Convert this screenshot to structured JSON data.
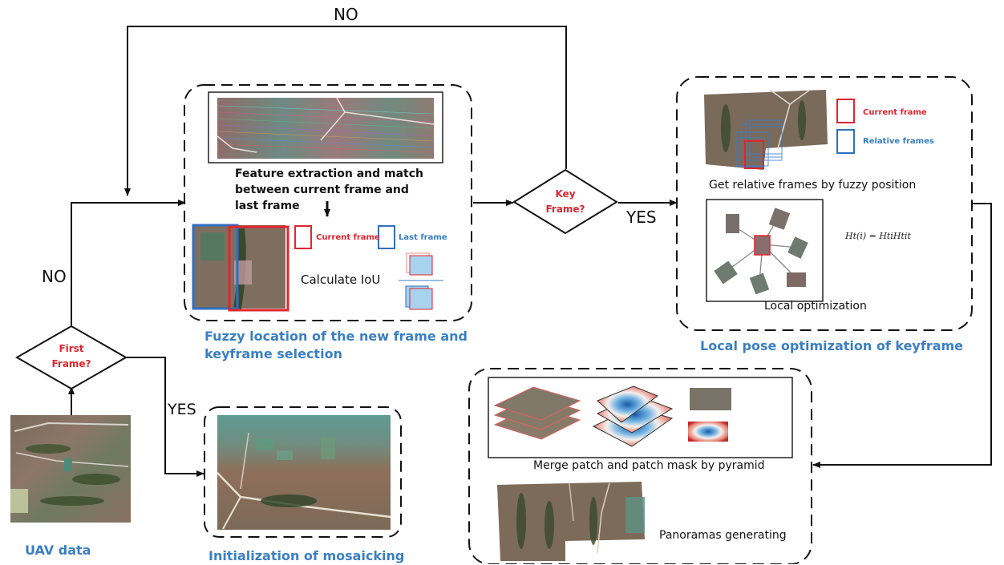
{
  "diagram": {
    "title": "UAV image mosaicking workflow",
    "decisions": {
      "first_frame": [
        "First",
        "Frame?"
      ],
      "key_frame": [
        "Key",
        "Frame?"
      ]
    },
    "branch_labels": {
      "top_no": "NO",
      "left_no": "NO",
      "first_yes": "YES",
      "key_yes": "YES"
    },
    "nodes": {
      "uav_data": {
        "caption": "UAV data"
      },
      "initialization": {
        "caption": "Initialization of mosaicking"
      },
      "fuzzy_location": {
        "caption_line1": "Fuzzy location of the new frame and",
        "caption_line2": "keyframe selection",
        "step_text": [
          "Feature extraction and match",
          "between current frame and",
          "last frame"
        ],
        "legend_current": "Current frame",
        "legend_last": "Last frame",
        "iou_label": "Calculate IoU"
      },
      "local_pose": {
        "caption": "Local pose optimization of keyframe",
        "legend_current": "Current frame",
        "legend_relative": "Relative frames",
        "relative_text": "Get relative frames by fuzzy position",
        "formula": "H_t(i) = H_ti H_ti^t",
        "formula_display": "Ht(i) = HtiHtit",
        "optimization_text": "Local optimization"
      },
      "panorama": {
        "merge_text": "Merge patch and patch mask by pyramid",
        "panorama_text": "Panoramas generating"
      }
    },
    "colors": {
      "caption_blue": "#3a7fc4",
      "decision_red": "#e0262e",
      "frame_red": "#e0262e",
      "frame_blue": "#2f6fbf",
      "iou_fill": "#a9d2ee"
    }
  }
}
